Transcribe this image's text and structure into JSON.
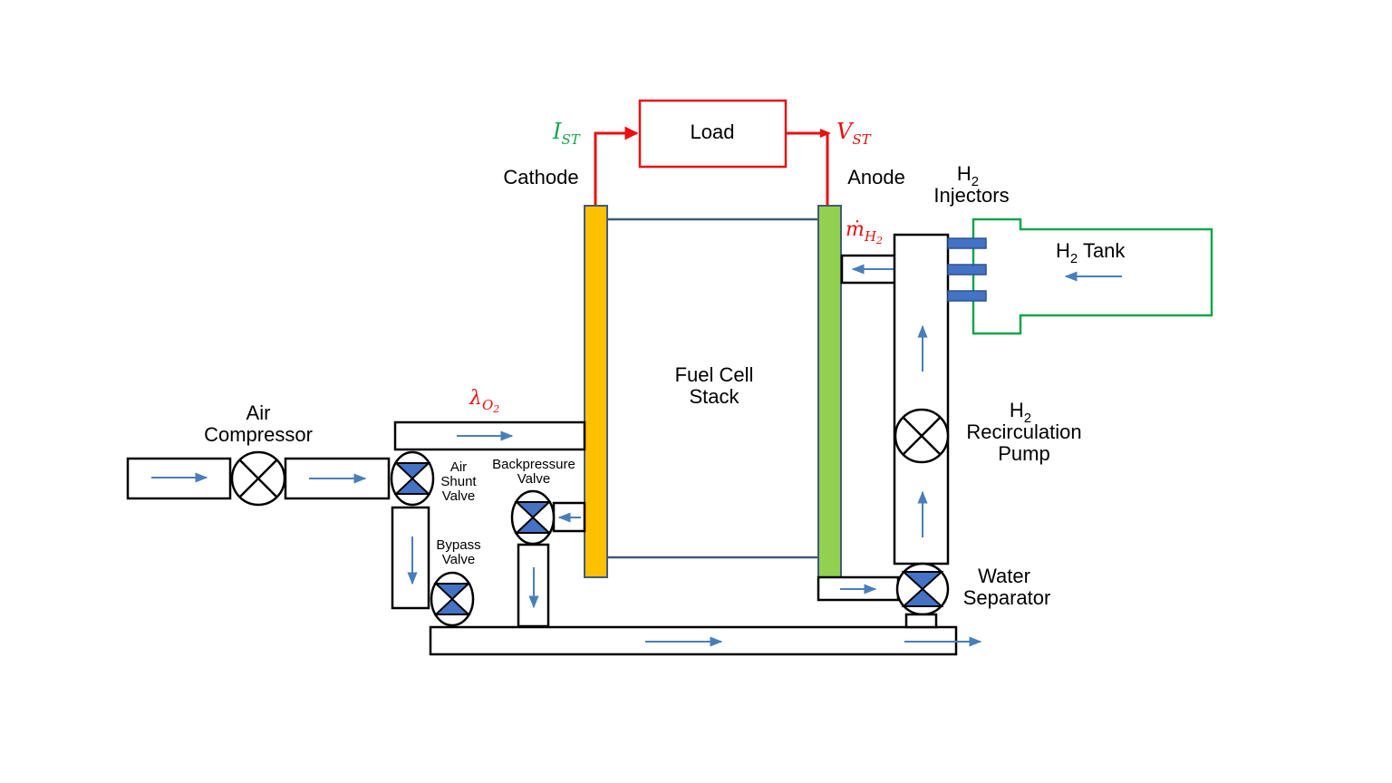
{
  "diagram": {
    "load": "Load",
    "stack": {
      "line1": "Fuel Cell",
      "line2": "Stack"
    },
    "cathode": "Cathode",
    "anode": "Anode",
    "current": {
      "base": "I",
      "sub": "ST"
    },
    "voltage": {
      "base": "V",
      "sub": "ST"
    },
    "h2_flow": {
      "base": "ṁ",
      "sub": "H",
      "sub2": "2"
    },
    "oxygen_ratio": {
      "base": "λ",
      "sub": "O",
      "sub2": "2"
    },
    "air_compressor": {
      "line1": "Air",
      "line2": "Compressor"
    },
    "air_shunt_valve": {
      "line1": "Air",
      "line2": "Shunt",
      "line3": "Valve"
    },
    "backpressure_valve": {
      "line1": "Backpressure",
      "line2": "Valve"
    },
    "bypass_valve": {
      "line1": "Bypass",
      "line2": "Valve"
    },
    "h2_injectors": {
      "h": "H",
      "sub": "2",
      "line2": "Injectors"
    },
    "h2_tank": {
      "h": "H",
      "sub": "2",
      "rest": " Tank"
    },
    "recirculation_pump": {
      "h": "H",
      "sub": "2",
      "line2": "Recirculation",
      "line3": "Pump"
    },
    "water_separator": {
      "line1": "Water",
      "line2": "Separator"
    }
  },
  "colors": {
    "cathode": "#FFC000",
    "anode": "#92D050",
    "electric": "#E81010",
    "tank": "#13A54A",
    "flow_arrow": "#4A7EBB",
    "valve_fill": "#4472C4",
    "stack_edge": "#41597A",
    "current_label": "#13A54A",
    "variable_label": "#E81010"
  }
}
